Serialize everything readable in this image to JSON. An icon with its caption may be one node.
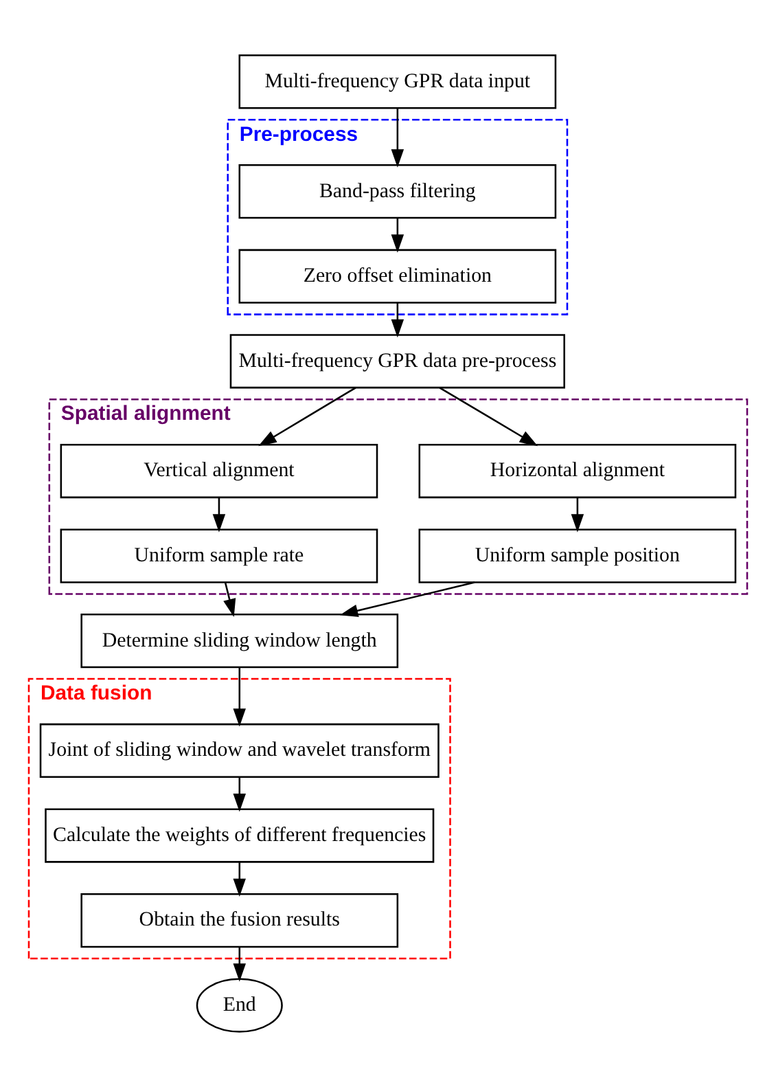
{
  "diagram": {
    "nodes": [
      {
        "text": [
          "Multi-frequency GPR data input"
        ]
      },
      {
        "text": [
          "Pre-process"
        ]
      },
      {
        "text": [
          "Band-pass filtering"
        ],
        "in": 1
      },
      {
        "text": [
          "Zero offset elimination"
        ],
        "in": 1
      },
      {
        "text": [
          "Multi-frequency GPR data pre-process"
        ]
      },
      {
        "text": [
          "Spatial alignment"
        ]
      },
      {
        "text": [
          "Horizontal alignment"
        ],
        "in": 5
      },
      {
        "text": [
          "Vertical alignment"
        ],
        "in": 5
      },
      {
        "text": [
          "Uniform sample position"
        ],
        "in": 5
      },
      {
        "text": [
          "Uniform sample rate"
        ],
        "in": 5
      },
      {
        "text": [
          "Determine sliding window length"
        ]
      },
      {
        "text": [
          "Data fusion"
        ]
      },
      {
        "text": [
          "Joint of sliding window and wavelet transform"
        ],
        "in": 11
      },
      {
        "text": [
          "Calculate the weights of different frequencies"
        ],
        "in": 11
      },
      {
        "text": [
          "Obtain the fusion results"
        ],
        "in": 11
      },
      {
        "text": [
          "End"
        ]
      }
    ],
    "edges": [
      {
        "from": 0,
        "to": 2,
        "arrow": "to"
      },
      {
        "from": 2,
        "to": 3,
        "arrow": "to"
      },
      {
        "from": 3,
        "to": 4,
        "arrow": "to"
      },
      {
        "from": 4,
        "to": 6,
        "arrow": "to"
      },
      {
        "from": 4,
        "to": 7,
        "arrow": "to"
      },
      {
        "from": 6,
        "to": 8,
        "arrow": "to"
      },
      {
        "from": 7,
        "to": 9,
        "arrow": "to"
      },
      {
        "from": 8,
        "to": 10,
        "arrow": "to"
      },
      {
        "from": 9,
        "to": 10,
        "arrow": "to"
      },
      {
        "from": 10,
        "to": 12,
        "arrow": "to"
      },
      {
        "from": 12,
        "to": 13,
        "arrow": "to"
      },
      {
        "from": 13,
        "to": 14,
        "arrow": "to"
      },
      {
        "from": 14,
        "to": 15,
        "arrow": "to"
      }
    ]
  }
}
